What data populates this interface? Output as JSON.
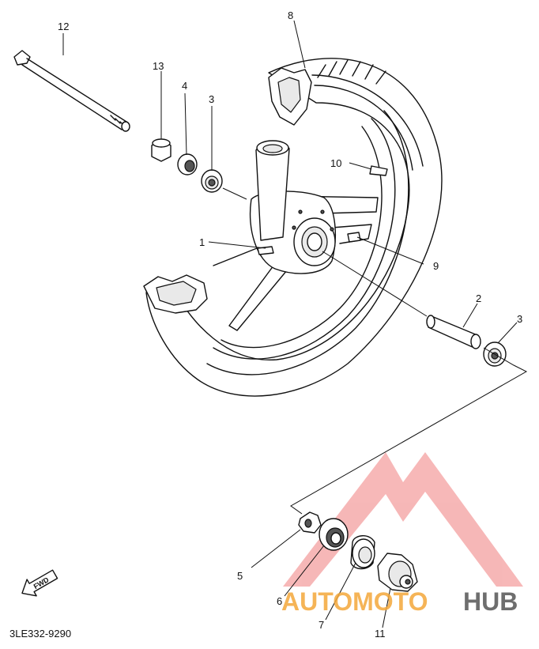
{
  "diagram": {
    "callouts": [
      {
        "id": "12",
        "label": "12"
      },
      {
        "id": "13",
        "label": "13"
      },
      {
        "id": "4",
        "label": "4"
      },
      {
        "id": "3a",
        "label": "3"
      },
      {
        "id": "8",
        "label": "8"
      },
      {
        "id": "10",
        "label": "10"
      },
      {
        "id": "1",
        "label": "1"
      },
      {
        "id": "9",
        "label": "9"
      },
      {
        "id": "2",
        "label": "2"
      },
      {
        "id": "3b",
        "label": "3"
      },
      {
        "id": "5",
        "label": "5"
      },
      {
        "id": "6",
        "label": "6"
      },
      {
        "id": "7",
        "label": "7"
      },
      {
        "id": "11",
        "label": "11"
      }
    ],
    "direction_marker": "FWD",
    "part_code": "3LE332-9290"
  },
  "watermark": {
    "prefix": "AUTOMOTO",
    "suffix": "HUB",
    "colors": {
      "logo": "#f08080",
      "prefix": "#f4a83a",
      "suffix": "#555555"
    }
  }
}
